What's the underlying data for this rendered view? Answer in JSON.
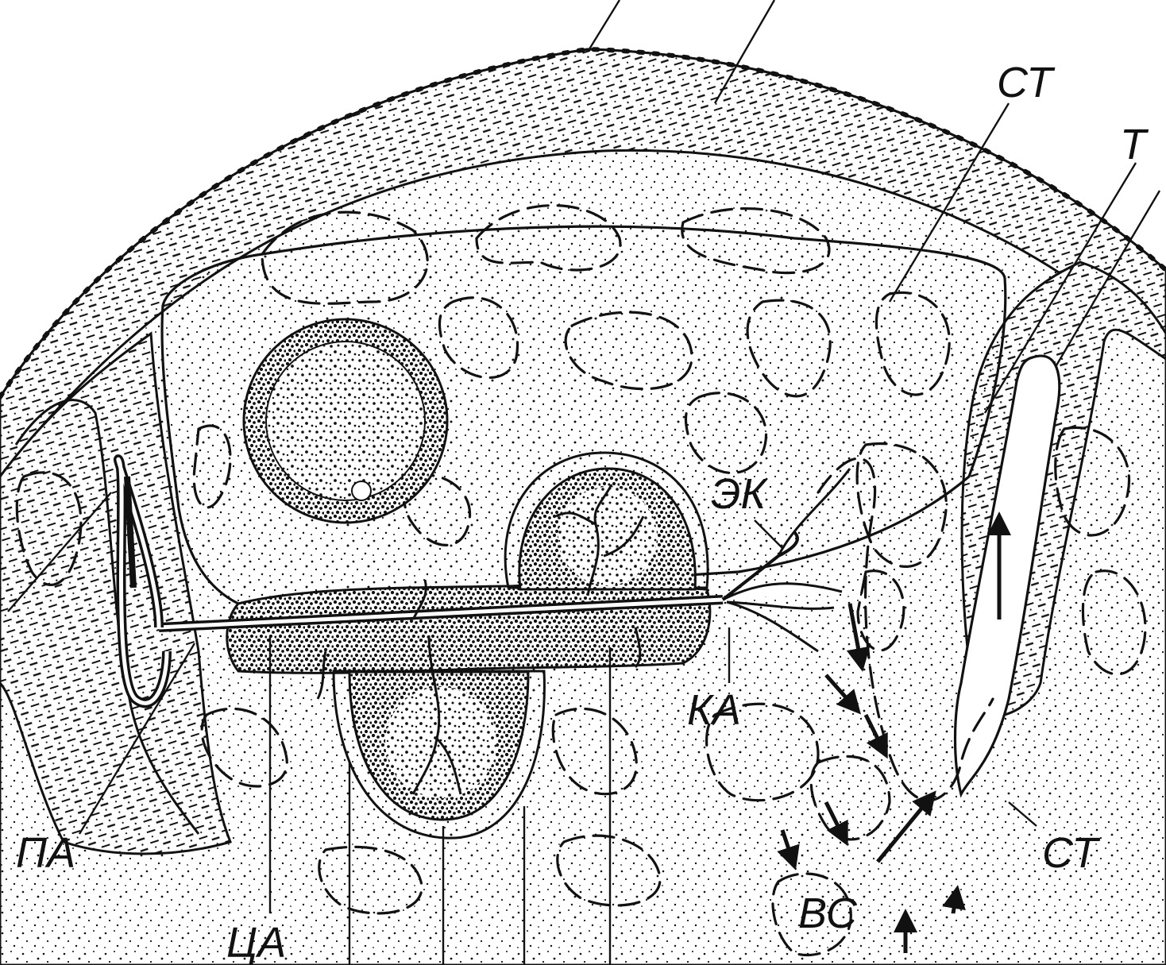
{
  "labels": {
    "st_top": "СТ",
    "t": "Т",
    "ek": "ЭК",
    "ka": "КА",
    "pa": "ПА",
    "tsa": "ЦА",
    "vs": "ВС",
    "st_bottom": "СТ"
  },
  "colors": {
    "ink": "#111111",
    "paper": "#ffffff"
  }
}
